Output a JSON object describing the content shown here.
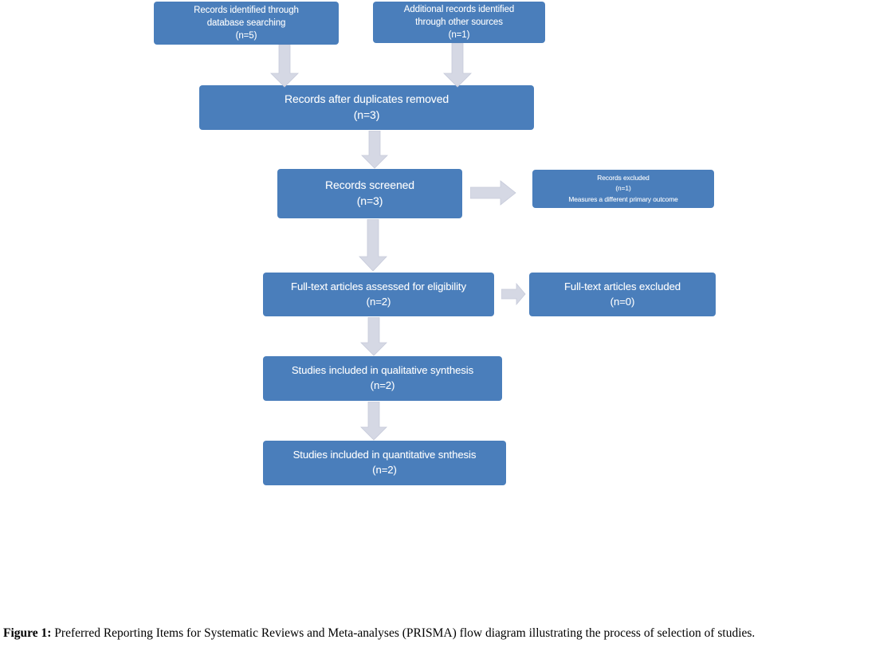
{
  "figure": {
    "type": "prisma-flow-diagram",
    "colors": {
      "box_fill": "#4a7ebb",
      "box_text": "#ffffff",
      "arrow_fill": "#d5d8e4",
      "arrow_stroke": "#c3c7d8",
      "background": "#ffffff",
      "caption_text": "#000000"
    },
    "caption": {
      "label": "Figure 1:",
      "text": " Preferred Reporting Items for Systematic Reviews and Meta-analyses (PRISMA) flow diagram illustrating the process of selection of studies."
    },
    "boxes": [
      {
        "id": "db-search",
        "lines": [
          "Records identified through",
          "database searching",
          "(n=5)"
        ],
        "count": "n=5"
      },
      {
        "id": "other-sources",
        "lines": [
          "Additional records identified",
          "through other sources",
          "(n=1)"
        ],
        "count": "n=1"
      },
      {
        "id": "dupes-removed",
        "lines": [
          "Records after duplicates removed",
          "(n=3)"
        ],
        "count": "n=3"
      },
      {
        "id": "screened",
        "lines": [
          "Records screened",
          "(n=3)"
        ],
        "count": "n=3"
      },
      {
        "id": "rec-excluded",
        "lines": [
          "Records excluded",
          "(n=1)",
          "Measures a different primary outcome"
        ],
        "count": "n=1"
      },
      {
        "id": "fulltext",
        "lines": [
          "Full-text articles assessed for eligibility",
          "(n=2)"
        ],
        "count": "n=2"
      },
      {
        "id": "ft-excluded",
        "lines": [
          "Full-text articles excluded",
          "(n=0)"
        ],
        "count": "n=0"
      },
      {
        "id": "qualitative",
        "lines": [
          "Studies included in qualitative synthesis",
          "(n=2)"
        ],
        "count": "n=2"
      },
      {
        "id": "quantitative",
        "lines": [
          "Studies included in quantitative snthesis",
          "(n=2)"
        ],
        "count": "n=2"
      }
    ],
    "arrows": [
      {
        "id": "db-to-dupes",
        "direction": "down"
      },
      {
        "id": "other-to-dupes",
        "direction": "down"
      },
      {
        "id": "dupes-to-screen",
        "direction": "down"
      },
      {
        "id": "screen-to-ft",
        "direction": "down"
      },
      {
        "id": "ft-to-qual",
        "direction": "down"
      },
      {
        "id": "qual-to-quant",
        "direction": "down"
      },
      {
        "id": "screen-to-excl",
        "direction": "right"
      },
      {
        "id": "ft-to-ftexcl",
        "direction": "right"
      }
    ]
  }
}
